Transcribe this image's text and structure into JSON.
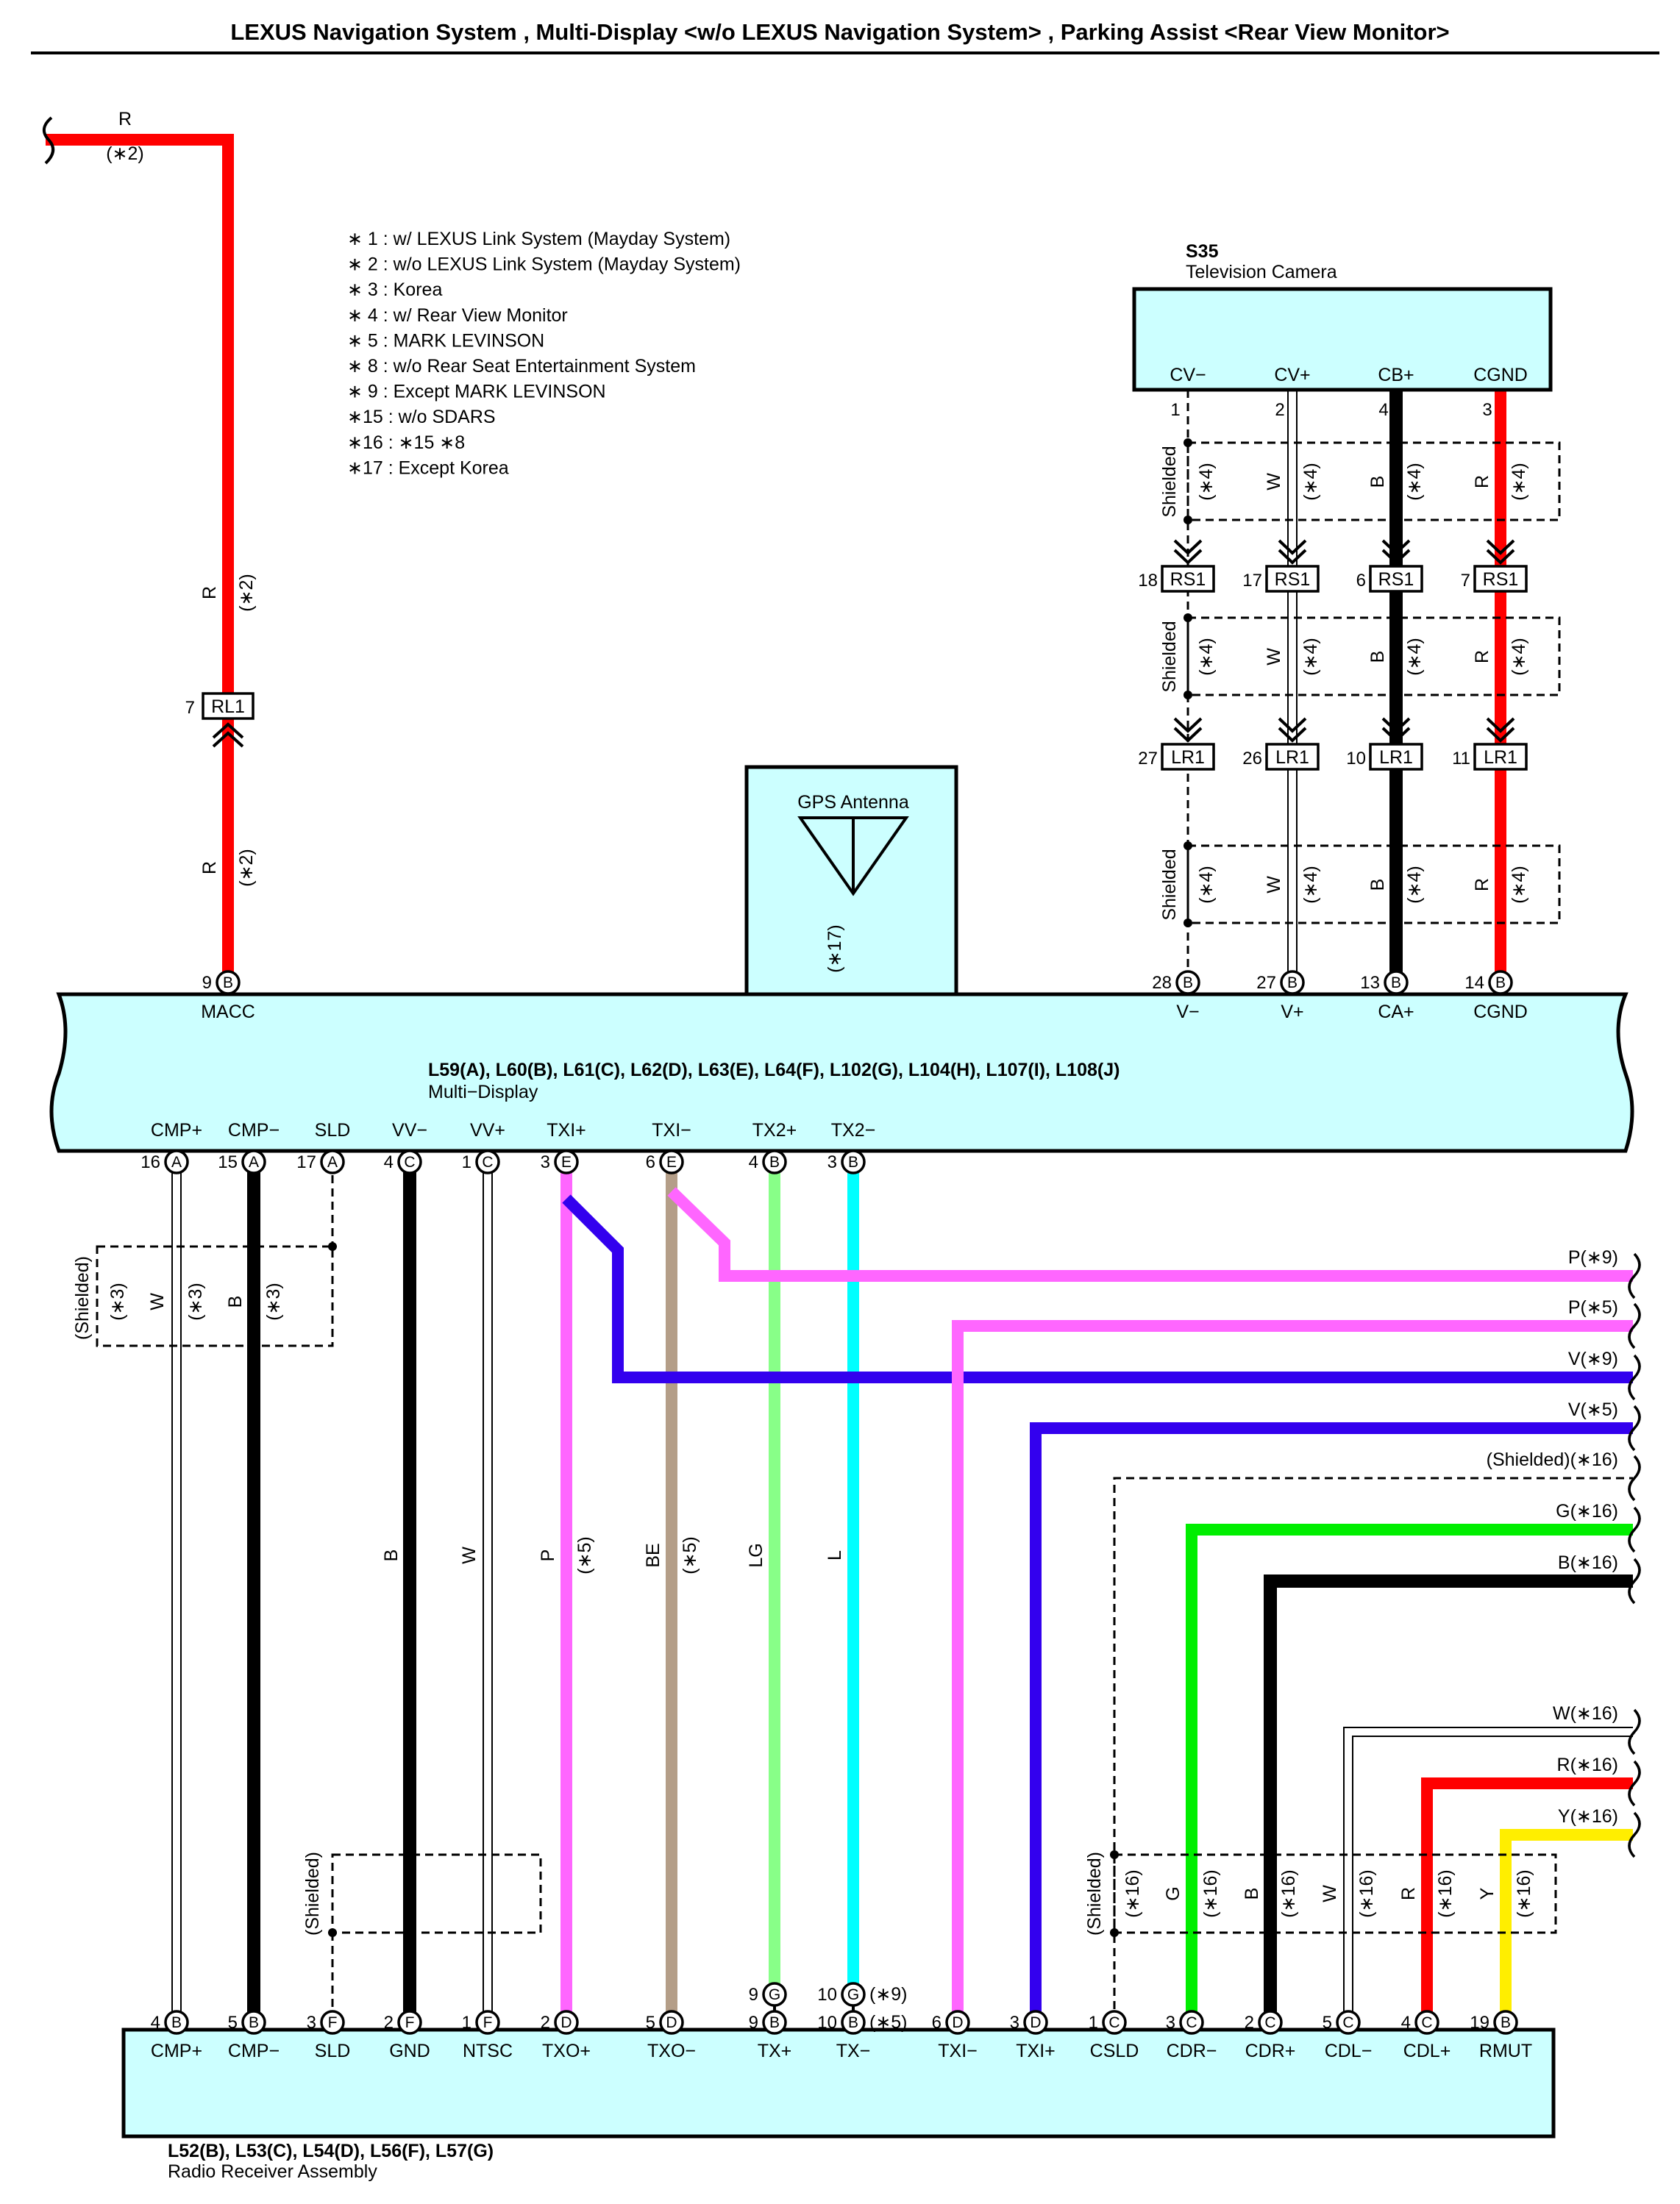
{
  "title": "LEXUS Navigation System , Multi-Display <w/o LEXUS Navigation System> , Parking Assist <Rear View Monitor>",
  "notes": [
    "∗ 1 : w/ LEXUS Link System (Mayday System)",
    "∗ 2 : w/o LEXUS Link System (Mayday System)",
    "∗ 3 : Korea",
    "∗ 4 : w/ Rear View Monitor",
    "∗ 5 : MARK LEVINSON",
    "∗ 8 : w/o Rear Seat Entertainment System",
    "∗ 9 : Except MARK LEVINSON",
    "∗15 : w/o SDARS",
    "∗16 : ∗15 ∗8",
    "∗17 : Except Korea"
  ],
  "colors": {
    "R": "#ff0000",
    "B": "#000000",
    "W": "#ffffff",
    "P": "#ff66ff",
    "V": "#3300ee",
    "BE": "#b49e88",
    "LG": "#88ff88",
    "L": "#00ffff",
    "G": "#00ee00",
    "Y": "#ffee00",
    "component_fill": "#ccffff"
  },
  "camera": {
    "code": "S35",
    "name": "Television Camera",
    "pins": [
      {
        "label": "CV−",
        "num": "1",
        "wire": "Shielded",
        "cond": "(∗4)"
      },
      {
        "label": "CV+",
        "num": "2",
        "wire": "W",
        "cond": "(∗4)"
      },
      {
        "label": "CB+",
        "num": "4",
        "wire": "B",
        "cond": "(∗4)"
      },
      {
        "label": "CGND",
        "num": "3",
        "wire": "R",
        "cond": "(∗4)"
      }
    ]
  },
  "rs1": {
    "code": "RS1",
    "pins": [
      "18",
      "17",
      "6",
      "7"
    ]
  },
  "lr1": {
    "code": "LR1",
    "pins": [
      "27",
      "26",
      "10",
      "11"
    ]
  },
  "rl1": {
    "code": "RL1",
    "pin": "7"
  },
  "macc_wire": {
    "color": "R",
    "cond": "(∗2)"
  },
  "gps": {
    "name": "GPS Antenna",
    "cond": "(∗17)"
  },
  "multi_display": {
    "connectors": "L59(A), L60(B), L61(C), L62(D), L63(E), L64(F), L102(G), L104(H), L107(I), L108(J)",
    "name": "Multi−Display",
    "top_pins": [
      {
        "num": "9",
        "conn": "B",
        "label": "MACC"
      },
      {
        "num": "28",
        "conn": "B",
        "label": "V−"
      },
      {
        "num": "27",
        "conn": "B",
        "label": "V+"
      },
      {
        "num": "13",
        "conn": "B",
        "label": "CA+"
      },
      {
        "num": "14",
        "conn": "B",
        "label": "CGND"
      }
    ],
    "bottom_pins": [
      {
        "num": "16",
        "conn": "A",
        "label": "CMP+"
      },
      {
        "num": "15",
        "conn": "A",
        "label": "CMP−"
      },
      {
        "num": "17",
        "conn": "A",
        "label": "SLD"
      },
      {
        "num": "4",
        "conn": "C",
        "label": "VV−"
      },
      {
        "num": "1",
        "conn": "C",
        "label": "VV+"
      },
      {
        "num": "3",
        "conn": "E",
        "label": "TXI+"
      },
      {
        "num": "6",
        "conn": "E",
        "label": "TXI−"
      },
      {
        "num": "4",
        "conn": "B",
        "label": "TX2+"
      },
      {
        "num": "3",
        "conn": "B",
        "label": "TX2−"
      }
    ]
  },
  "radio": {
    "connectors": "L52(B), L53(C), L54(D), L56(F), L57(G)",
    "name": "Radio Receiver Assembly",
    "pins": [
      {
        "num": "4",
        "conn": "B",
        "label": "CMP+"
      },
      {
        "num": "5",
        "conn": "B",
        "label": "CMP−"
      },
      {
        "num": "3",
        "conn": "F",
        "label": "SLD"
      },
      {
        "num": "2",
        "conn": "F",
        "label": "GND"
      },
      {
        "num": "1",
        "conn": "F",
        "label": "NTSC"
      },
      {
        "num": "2",
        "conn": "D",
        "label": "TXO+"
      },
      {
        "num": "5",
        "conn": "D",
        "label": "TXO−"
      },
      {
        "num": "9",
        "conn": "B",
        "label": "TX+",
        "alt_num": "9",
        "alt_conn": "G"
      },
      {
        "num": "10",
        "conn": "B",
        "label": "TX−",
        "alt_num": "10",
        "alt_conn": "G",
        "cond": "(∗5)",
        "alt_cond": "(∗9)"
      },
      {
        "num": "6",
        "conn": "D",
        "label": "TXI−"
      },
      {
        "num": "3",
        "conn": "D",
        "label": "TXI+"
      },
      {
        "num": "1",
        "conn": "C",
        "label": "CSLD"
      },
      {
        "num": "3",
        "conn": "C",
        "label": "CDR−"
      },
      {
        "num": "2",
        "conn": "C",
        "label": "CDR+"
      },
      {
        "num": "5",
        "conn": "C",
        "label": "CDL−"
      },
      {
        "num": "4",
        "conn": "C",
        "label": "CDL+"
      },
      {
        "num": "19",
        "conn": "B",
        "label": "RMUT"
      }
    ]
  },
  "vertical_wire_labels": {
    "cmp_plus": "W",
    "cmp_minus": "B",
    "vv_minus": "B",
    "vv_plus": "W",
    "txo_plus": "P",
    "txo_minus": "BE",
    "tx_plus": "LG",
    "tx_minus": "L",
    "cdr_minus": "G",
    "cdr_plus": "B",
    "cdl_minus": "W",
    "cdl_plus": "R",
    "rmut": "Y",
    "shielded": "(Shielded)",
    "c3": "(∗3)",
    "c5": "(∗5)",
    "c16": "(∗16)"
  },
  "right_wires": [
    "P(∗9)",
    "P(∗5)",
    "V(∗9)",
    "V(∗5)",
    "(Shielded)(∗16)",
    "G(∗16)",
    "B(∗16)",
    "W(∗16)",
    "R(∗16)",
    "Y(∗16)"
  ],
  "left_wire_label": "R",
  "left_wire_cond": "(∗2)"
}
